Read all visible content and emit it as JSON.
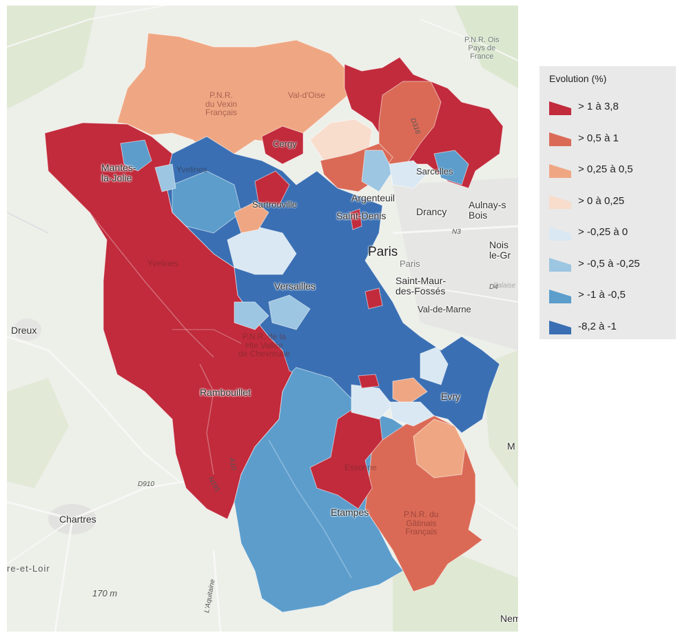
{
  "legend": {
    "title": "Evolution (%)",
    "classes": [
      {
        "label": "> 1 à 3,8",
        "color": "#c12b3c"
      },
      {
        "label": "> 0,5 à 1",
        "color": "#da6a56"
      },
      {
        "label": "> 0,25 à 0,5",
        "color": "#efa783"
      },
      {
        "label": "> 0 à 0,25",
        "color": "#f8dccc"
      },
      {
        "label": "> -0,25 à 0",
        "color": "#d9e8f3"
      },
      {
        "label": "> -0,5 à -0,25",
        "color": "#9cc6e1"
      },
      {
        "label": "> -1 à -0,5",
        "color": "#5c9dcc"
      },
      {
        "label": "-8,2 à -1",
        "color": "#3a6fb3"
      }
    ]
  },
  "map": {
    "cities": {
      "mantes": "Mantes-\nla-Jolie",
      "argenteuil": "Argenteuil",
      "saint_denis": "Saint-Denis",
      "drancy": "Drancy",
      "aulnay": "Aulnay-s\nBois",
      "paris": "Paris",
      "paris_small": "Paris",
      "noisy": "Nois\nle-Gr",
      "saint_maur": "Saint-Maur-\ndes-Fossés",
      "versailles": "Versailles",
      "rambouillet": "Rambouillet",
      "evry": "Evry",
      "etampes": "Etampes",
      "chartres": "Chartres",
      "dreux": "Dreux",
      "cergy": "Cergy",
      "sartrouville": "Sartrouville",
      "sarcelles": "Sarcelles",
      "nemours": "Nem",
      "m_right": "M"
    },
    "areas": {
      "pnr_vexin": "P.N.R.\ndu Vexin\nFrançais",
      "val_doise": "Val-d'Oise",
      "yvelines": "Yvelines",
      "yvelines_top": "Yvelines",
      "pnr_chevreuse": "P.N.R. de la\nHte Vallée\nde Chevreuse",
      "pnr_gatinais": "P.N.R. du\nGâtinais\nFrançais",
      "val_de_marne": "Val-de-Marne",
      "essonne": "Essonne",
      "pnr_oise": "P.N.R. Ois\nPays de\nFrance",
      "eure_et_loir": "re-et-Loir",
      "elevation": "170 m",
      "aquitaine": "L'Aquitaine",
      "d910": "D910",
      "a10": "A10",
      "n191": "N191",
      "n3": "N3",
      "d4": "D4",
      "d316": "D316",
      "falaise": "Falaise"
    }
  }
}
